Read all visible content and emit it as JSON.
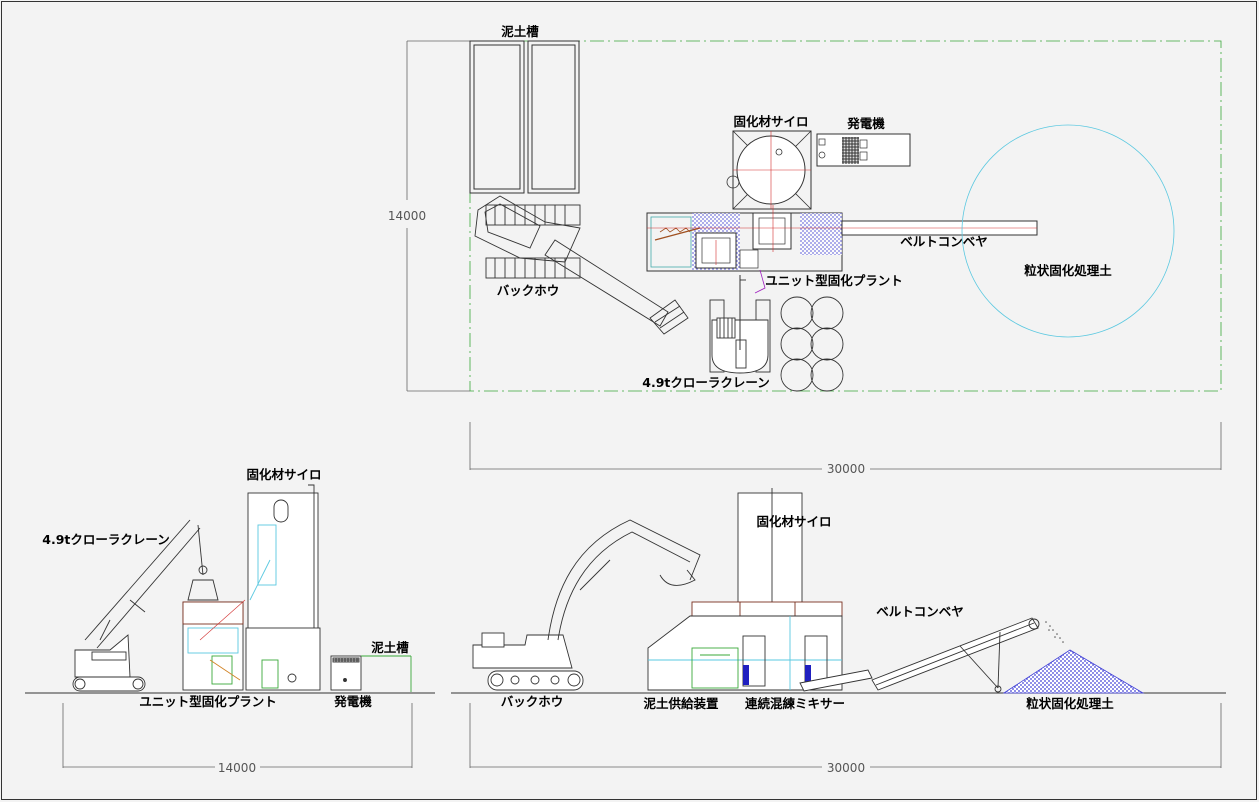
{
  "plan_view": {
    "dimension_height": "14000",
    "dimension_width": "30000",
    "labels": {
      "mud_tank": "泥土槽",
      "silo": "固化材サイロ",
      "generator": "発電機",
      "backhoe": "バックホウ",
      "belt_conveyor": "ベルトコンベヤ",
      "unit_plant": "ユニット型固化プラント",
      "granular_soil": "粒状固化処理土",
      "crawler_crane": "4.9tクローラクレーン"
    }
  },
  "side_view_small": {
    "dimension_width": "14000",
    "labels": {
      "silo": "固化材サイロ",
      "crawler_crane": "4.9tクローラクレーン",
      "mud_tank": "泥土槽",
      "unit_plant": "ユニット型固化プラント",
      "generator": "発電機"
    }
  },
  "side_view_large": {
    "dimension_width": "30000",
    "labels": {
      "silo": "固化材サイロ",
      "belt_conveyor": "ベルトコンベヤ",
      "backhoe": "バックホウ",
      "mud_feeder": "泥土供給装置",
      "mixer": "連続混練ミキサー",
      "granular_soil": "粒状固化処理土"
    }
  }
}
